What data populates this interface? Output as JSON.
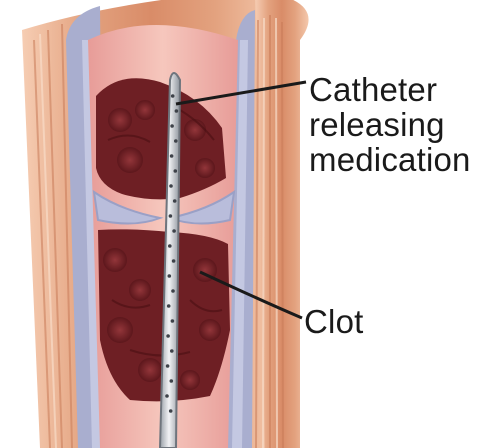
{
  "labels": {
    "catheter_line1": "Catheter",
    "catheter_line2": "releasing",
    "catheter_line3": "medication",
    "clot": "Clot"
  },
  "colors": {
    "background": "#ffffff",
    "muscle": "#e2a07c",
    "vessel_wall": "#a9aecf",
    "lumen": "#eeb0a8",
    "clot": "#6e1f24",
    "catheter": "#d5d7da",
    "leader_line": "#1a1a1a"
  }
}
